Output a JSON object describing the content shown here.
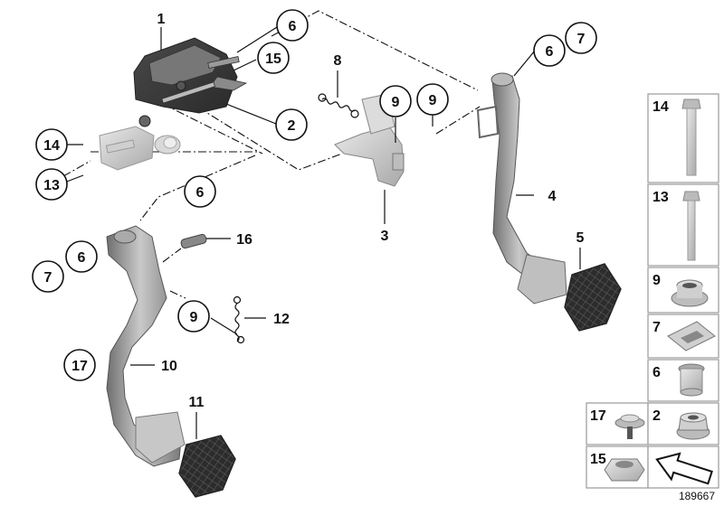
{
  "diagram": {
    "drawing_number": "189667",
    "callouts": {
      "c1": "1",
      "c2": "2",
      "c3": "3",
      "c4": "4",
      "c5": "5",
      "c6a": "6",
      "c6b": "6",
      "c6c": "6",
      "c6d": "6",
      "c7a": "7",
      "c7b": "7",
      "c8": "8",
      "c9a": "9",
      "c9b": "9",
      "c9c": "9",
      "c10": "10",
      "c11": "11",
      "c12": "12",
      "c13": "13",
      "c14": "14",
      "c15": "15",
      "c16": "16",
      "c17": "17"
    },
    "legend": {
      "l14": "14",
      "l13": "13",
      "l9": "9",
      "l7": "7",
      "l6": "6",
      "l17": "17",
      "l2": "2",
      "l15": "15"
    }
  }
}
